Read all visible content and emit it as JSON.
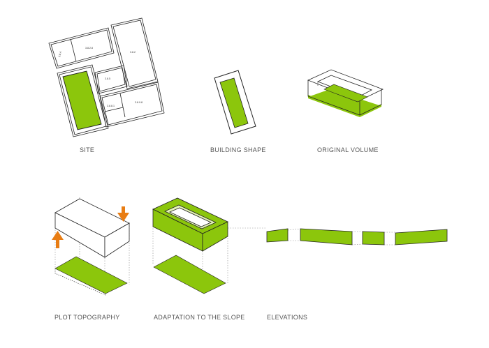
{
  "colors": {
    "green": "#8cc60c",
    "light_green": "#e4f4b6",
    "orange": "#e87d14",
    "stroke": "#222222",
    "caption": "#555555"
  },
  "captions": {
    "site": "SITE",
    "building_shape": "BUILDING SHAPE",
    "original_volume": "ORIGINAL VOLUME",
    "plot_topography": "PLOT TOPOGRAPHY",
    "adaptation": "ADAPTATION TO THE SLOPE",
    "elevations": "ELEVATIONS"
  },
  "site_plan_labels": {
    "lot_a": "3.8.4",
    "lot_b": "3.8.2.8",
    "lot_c": "3.8.2",
    "lot_d": "3.8.5",
    "lot_e": "3.8.9.8",
    "lot_f": "3.8.8.1"
  },
  "icons": {
    "arrow_down": "arrow-down-icon",
    "arrow_up": "arrow-up-icon"
  }
}
